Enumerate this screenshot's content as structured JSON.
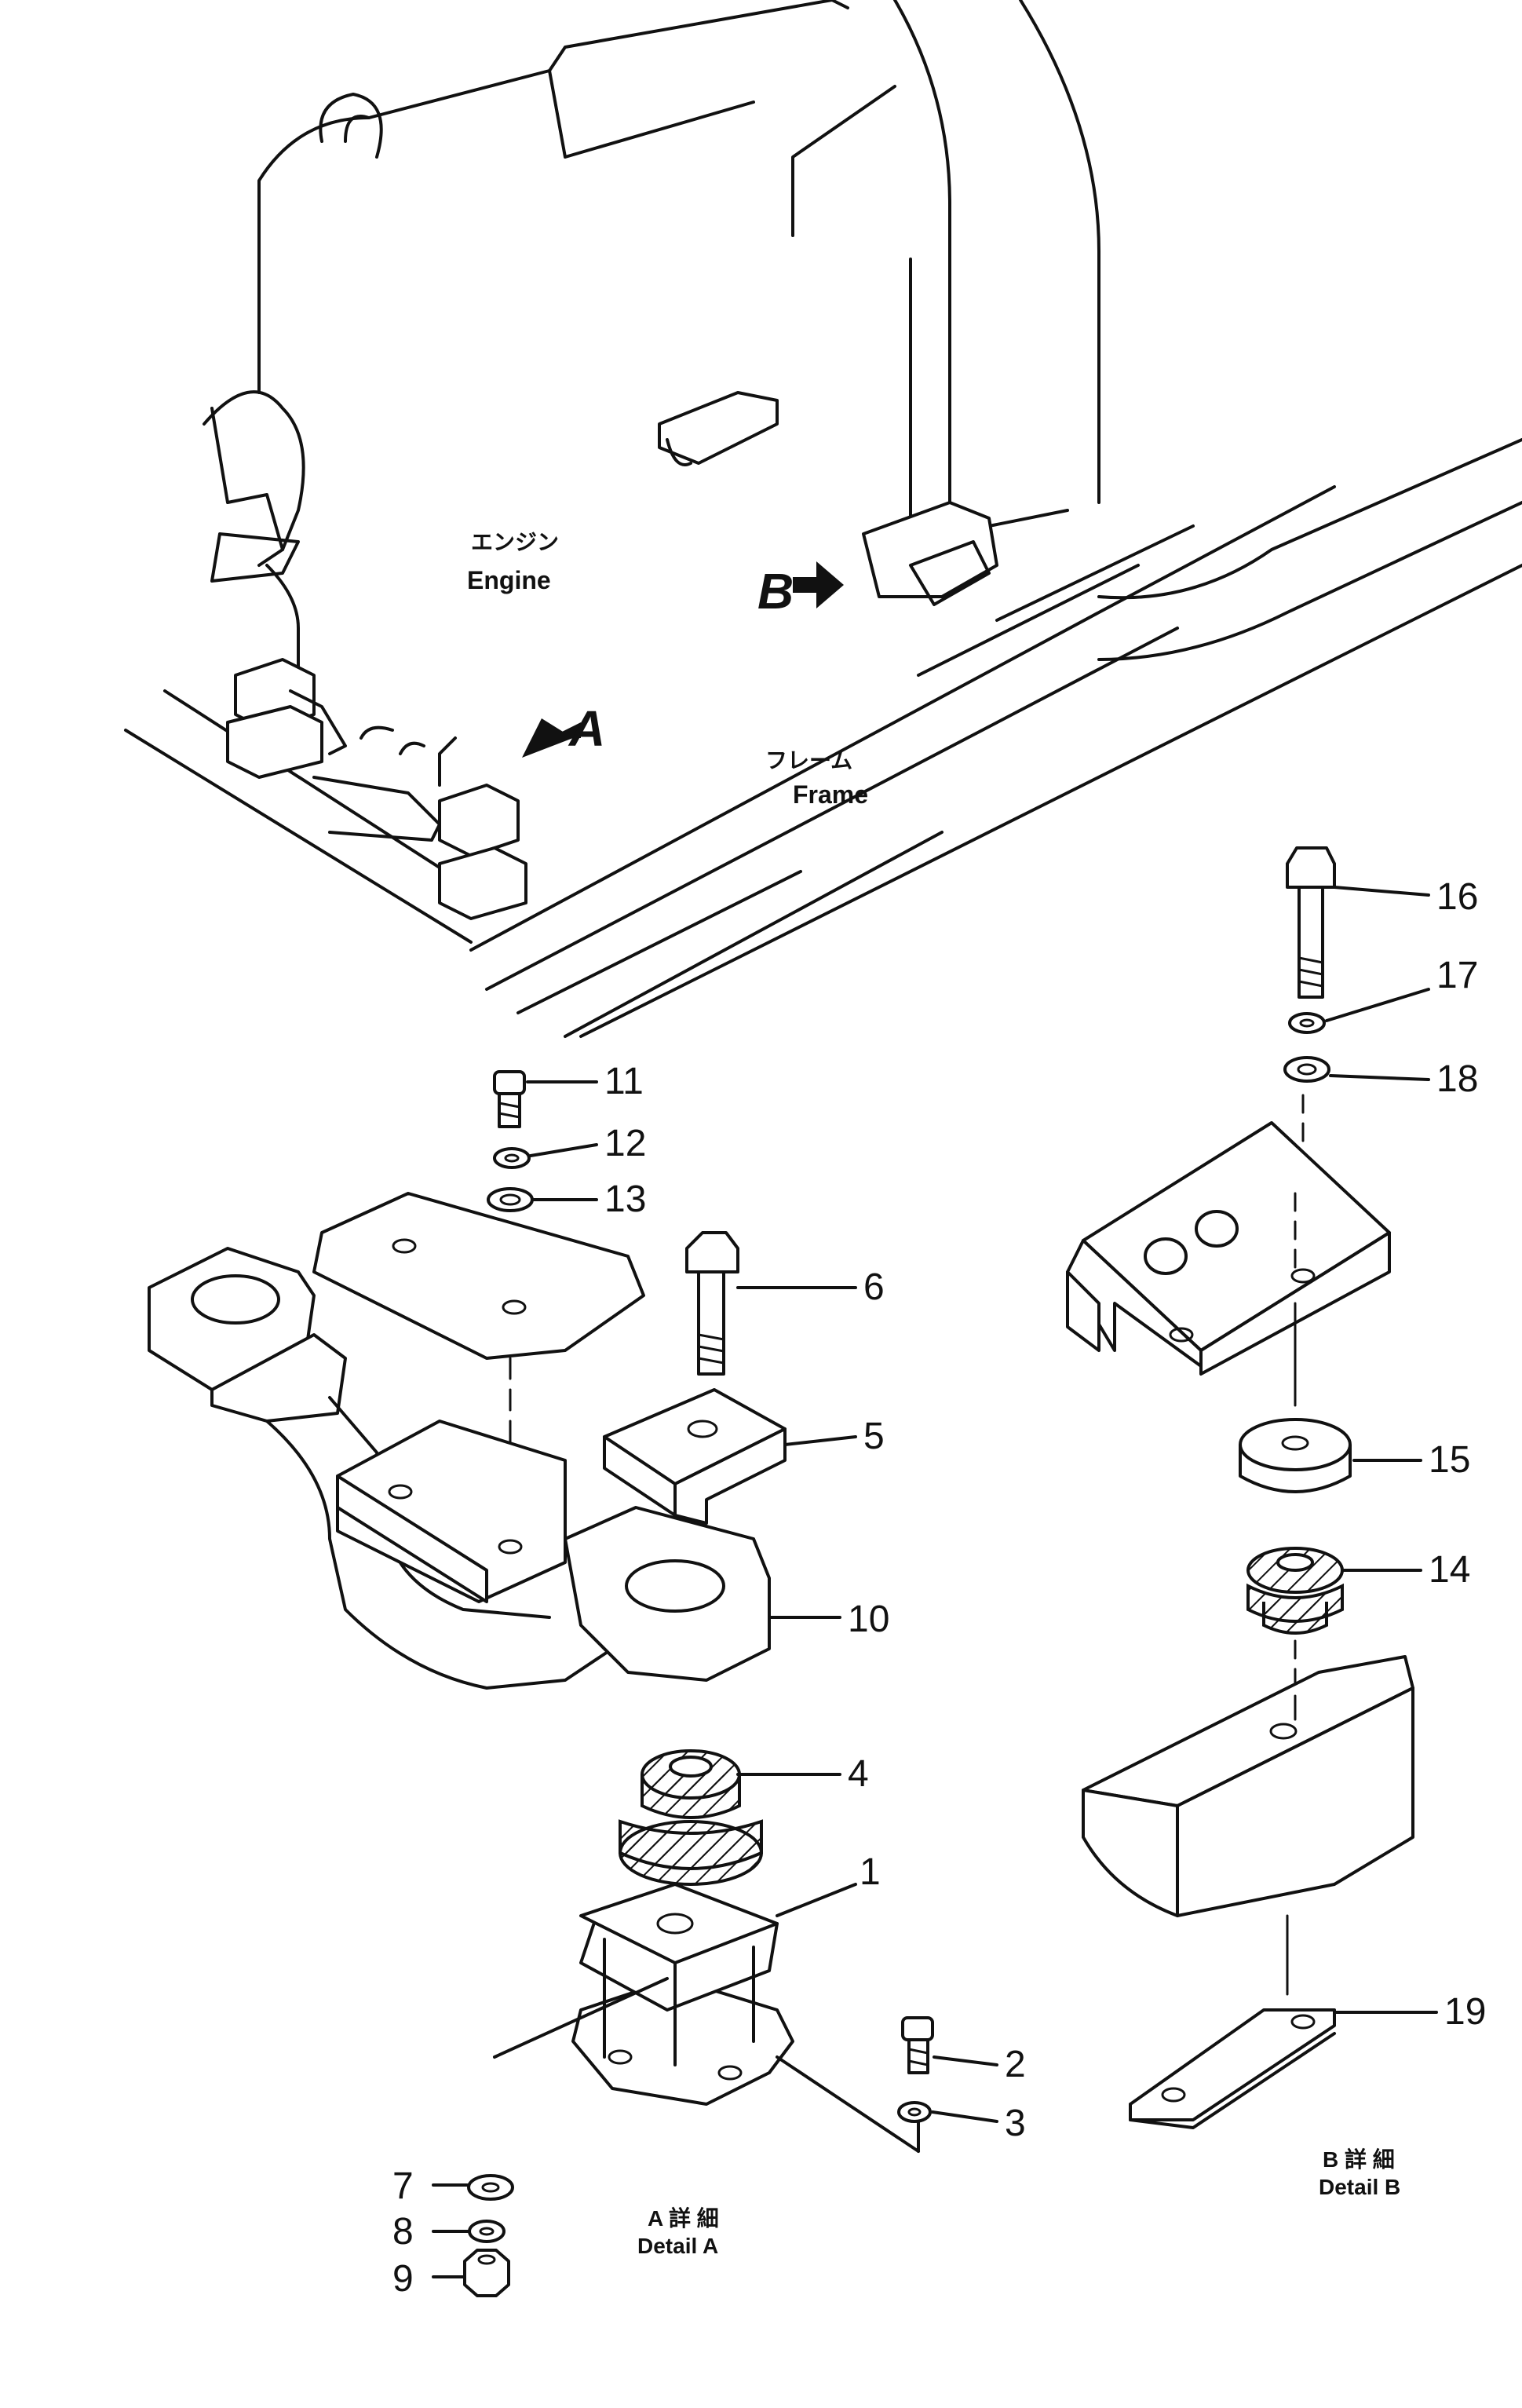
{
  "engine_label": {
    "ja": "エンジン",
    "en": "Engine"
  },
  "frame_label": {
    "ja": "フレーム",
    "en": "Frame"
  },
  "view_arrows": {
    "a": "A",
    "b": "B"
  },
  "detail_a": {
    "ja": "A 詳 細",
    "en": "Detail  A"
  },
  "detail_b": {
    "ja": "B 詳 細",
    "en": "Detail   B"
  },
  "callouts": {
    "p1": "1",
    "p2": "2",
    "p3": "3",
    "p4": "4",
    "p5": "5",
    "p6": "6",
    "p7": "7",
    "p8": "8",
    "p9": "9",
    "p10": "10",
    "p11": "11",
    "p12": "12",
    "p13": "13",
    "p14": "14",
    "p15": "15",
    "p16": "16",
    "p17": "17",
    "p18": "18",
    "p19": "19"
  }
}
